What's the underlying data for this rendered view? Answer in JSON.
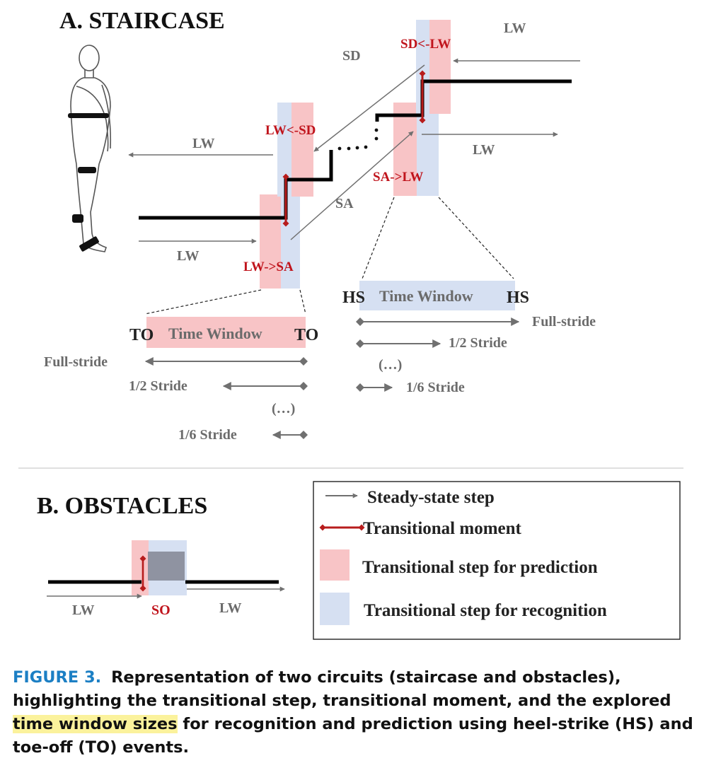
{
  "colors": {
    "prediction": "#f8c4c6",
    "recognition": "#d6e0f2",
    "transitional": "#b71c1c",
    "arrow": "#707070",
    "path": "#000000",
    "label_red": "#c0141c",
    "label_gray": "#6b6b6b"
  },
  "panel_a": {
    "title": "A. STAIRCASE",
    "labels": {
      "lw_left": "LW",
      "lw_bottom": "LW",
      "sa": "SA",
      "sd": "SD",
      "lw_top": "LW",
      "lw_right": "LW"
    },
    "transitions": {
      "lw_sa": "LW->SA",
      "lw_sd": "LW<-SD",
      "sa_lw": "SA->LW",
      "sd_lw": "SD<-LW"
    },
    "to_window": {
      "left_event": "TO",
      "label": "Time Window",
      "right_event": "TO",
      "full": "Full-stride",
      "half": "1/2 Stride",
      "dots": "(…)",
      "sixth": "1/6 Stride"
    },
    "hs_window": {
      "left_event": "HS",
      "label": "Time Window",
      "right_event": "HS",
      "full": "Full-stride",
      "half": "1/2 Stride",
      "dots": "(…)",
      "sixth": "1/6 Stride"
    }
  },
  "panel_b": {
    "title": "B. OBSTACLES",
    "labels": {
      "lw_left": "LW",
      "so": "SO",
      "lw_right": "LW"
    }
  },
  "legend": {
    "steady": "Steady-state step",
    "moment": "Transitional moment",
    "prediction": "Transitional step for prediction",
    "recognition": "Transitional step for recognition"
  },
  "caption": {
    "label": "FIGURE 3.",
    "text_before": "Representation of two circuits (staircase and obstacles), highlighting the transitional step, transitional moment, and the explored",
    "highlight": "time window sizes",
    "text_after": "for recognition and prediction using heel-strike (HS) and toe-off (TO) events."
  }
}
